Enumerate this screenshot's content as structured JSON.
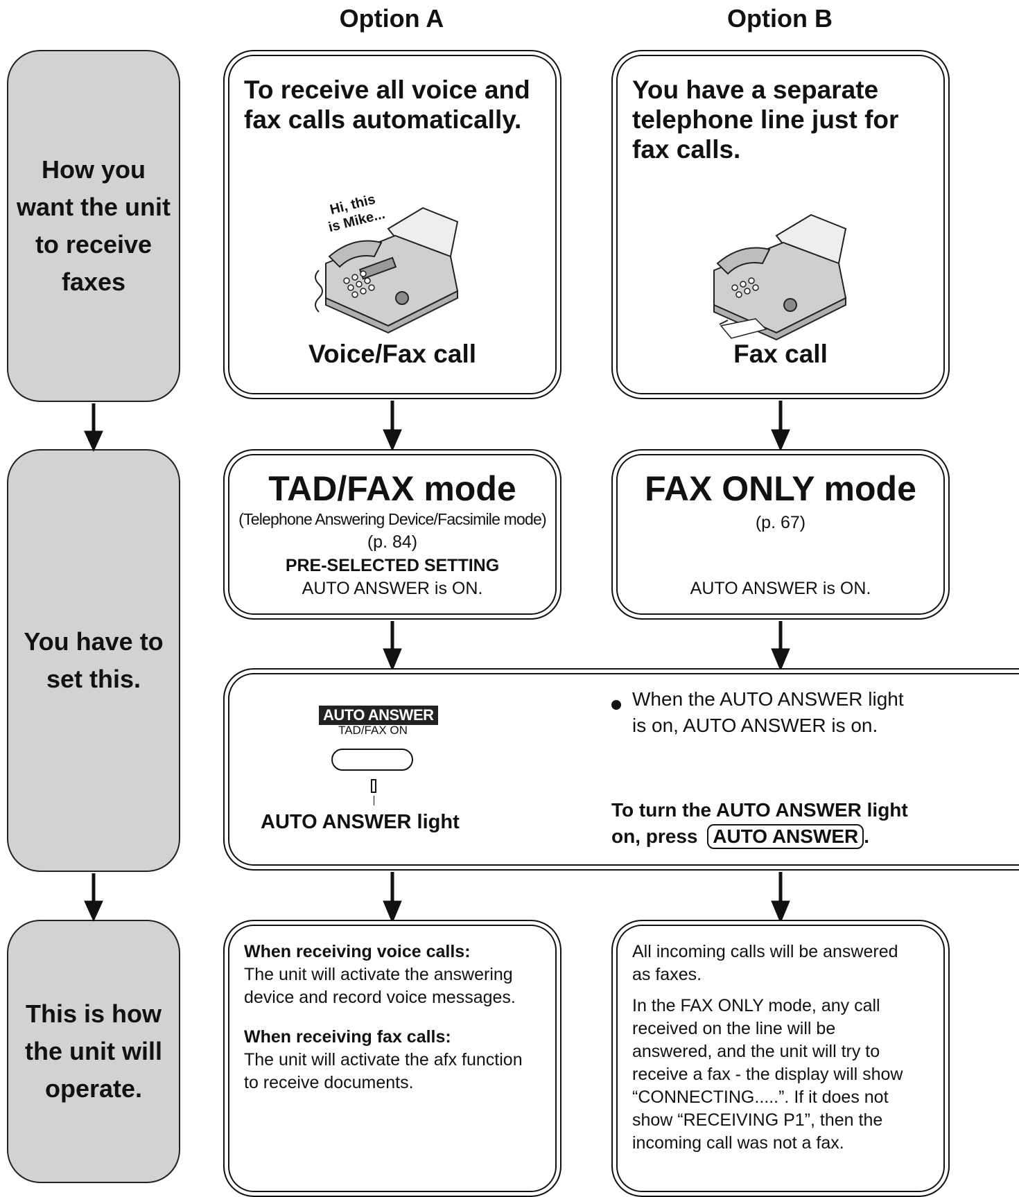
{
  "headers": {
    "option_a": "Option A",
    "option_b": "Option B"
  },
  "side": {
    "receive": "How you\nwant the unit\nto receive\nfaxes",
    "set": "You have to\nset this.",
    "operate": "This is how\nthe unit will\noperate."
  },
  "option_a": {
    "question": "To receive all voice and\nfax calls automatically.",
    "bubble_line1": "Hi, this",
    "bubble_line2": "is Mike...",
    "call_type": "Voice/Fax call",
    "mode_title": "TAD/FAX mode",
    "mode_sub": "(Telephone Answering Device/Facsimile mode)",
    "mode_page": "(p. 84)",
    "preselected": "PRE-SELECTED SETTING",
    "auto_answer_state": "AUTO ANSWER is ON.",
    "voice_heading": "When receiving voice calls:",
    "voice_body": "The unit will activate the answering\ndevice and record voice messages.",
    "fax_heading": "When receiving fax calls:",
    "fax_body": "The unit will activate the afx function\nto receive documents."
  },
  "option_b": {
    "question": "You have a separate\ntelephone line just for\nfax calls.",
    "call_type": "Fax call",
    "mode_title": "FAX ONLY mode",
    "mode_page": "(p. 67)",
    "auto_answer_state": "AUTO ANSWER is ON.",
    "operate_p1": "All incoming calls will be answered\nas faxes.",
    "operate_p2": "In the FAX ONLY mode, any call\nreceived on the line will be\nanswered, and the unit will try to\nreceive a fax - the display will show\n“CONNECTING.....”. If it does not\nshow “RECEIVING P1”, then the\nincoming call was not a fax."
  },
  "auto_answer_panel": {
    "button_label": "AUTO ANSWER",
    "button_sublabel": "TAD/FAX ON",
    "light_caption": "AUTO ANSWER light",
    "bullet": "When the AUTO ANSWER light\nis on, AUTO ANSWER is on.",
    "instruction_prefix": "To turn the AUTO ANSWER light\non, press",
    "key_label": "AUTO ANSWER",
    "instruction_suffix": "."
  }
}
